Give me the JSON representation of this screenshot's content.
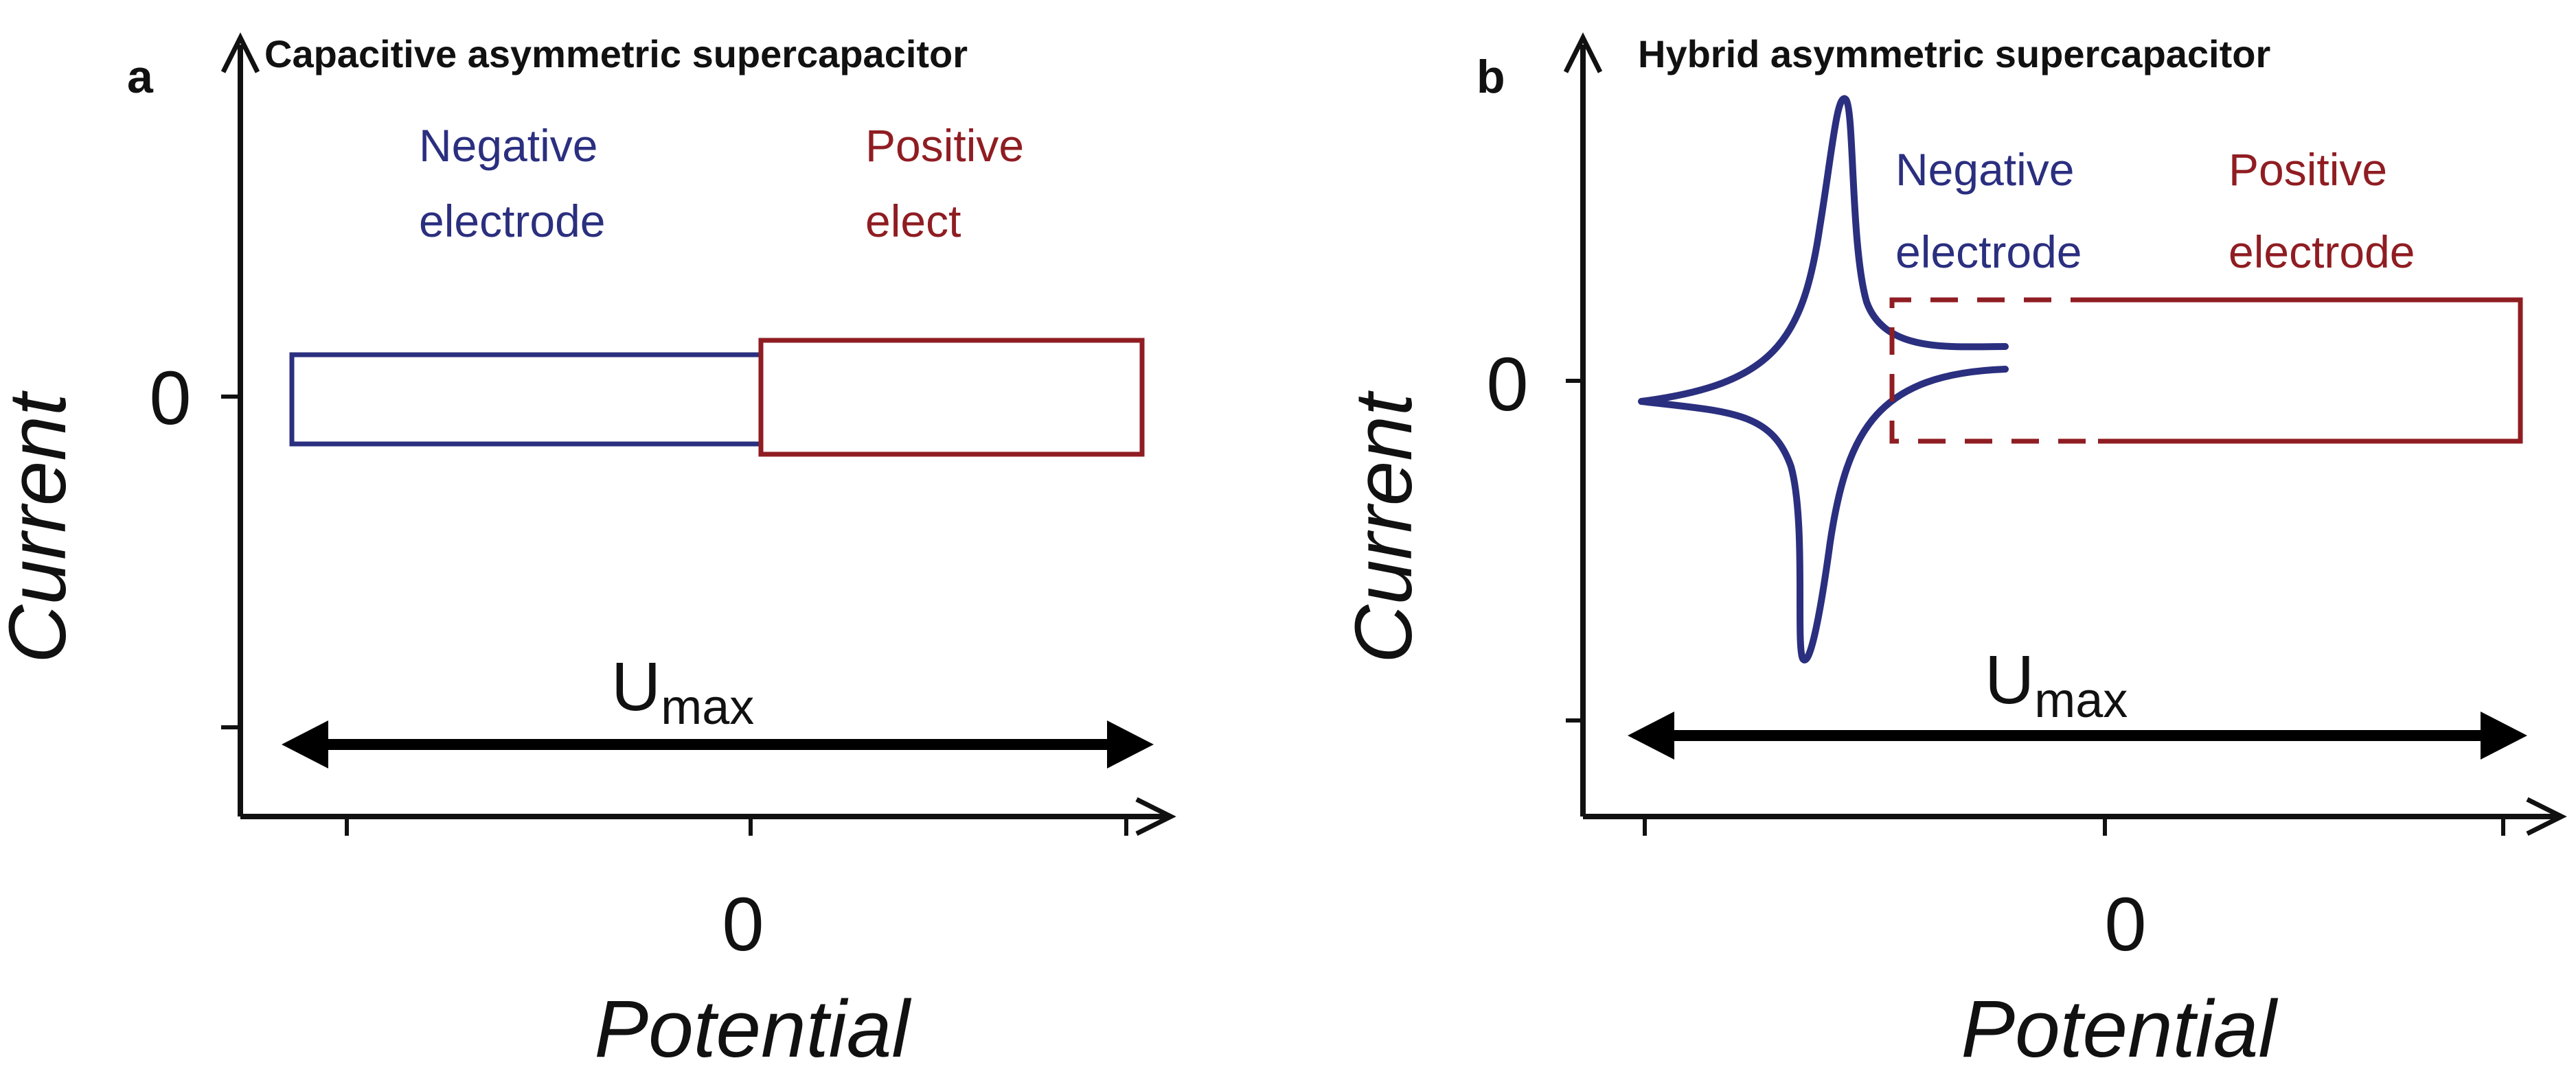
{
  "panel_a": {
    "letter": "a",
    "title": "Capacitive asymmetric supercapacitor",
    "neg_label_1": "Negative",
    "neg_label_2": "electrode",
    "pos_label_1": "Positive",
    "pos_label_2": "elect",
    "y_zero": "0",
    "x_zero": "0",
    "y_axis_label": "Current",
    "x_axis_label": "Potential",
    "umax_main": "U",
    "umax_sub": "max"
  },
  "panel_b": {
    "letter": "b",
    "title": "Hybrid asymmetric supercapacitor",
    "neg_label_1": "Negative",
    "neg_label_2": "electrode",
    "pos_label_1": "Positive",
    "pos_label_2": "electrode",
    "y_zero": "0",
    "x_zero": "0",
    "y_axis_label": "Current",
    "x_axis_label": "Potential",
    "umax_main": "U",
    "umax_sub": "max"
  },
  "colors": {
    "negative": "#2b2f7f",
    "positive": "#8f1d22",
    "axis": "#111111"
  }
}
